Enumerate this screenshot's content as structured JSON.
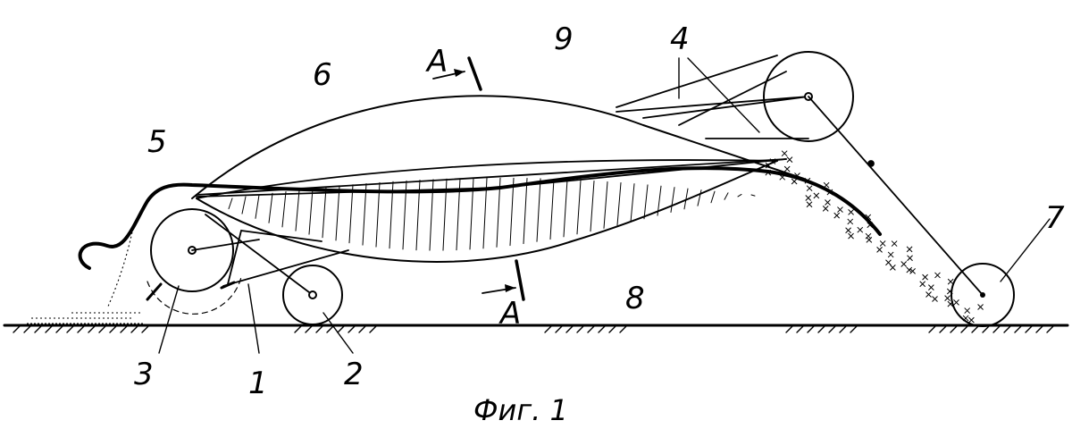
{
  "figure": {
    "caption": "Фиг. 1",
    "labels": {
      "l1": "1",
      "l2": "2",
      "l3": "3",
      "l4": "4",
      "l5": "5",
      "l6": "6",
      "l7": "7",
      "l8": "8",
      "l9": "9",
      "section_top": "A",
      "section_bottom": "A"
    }
  }
}
